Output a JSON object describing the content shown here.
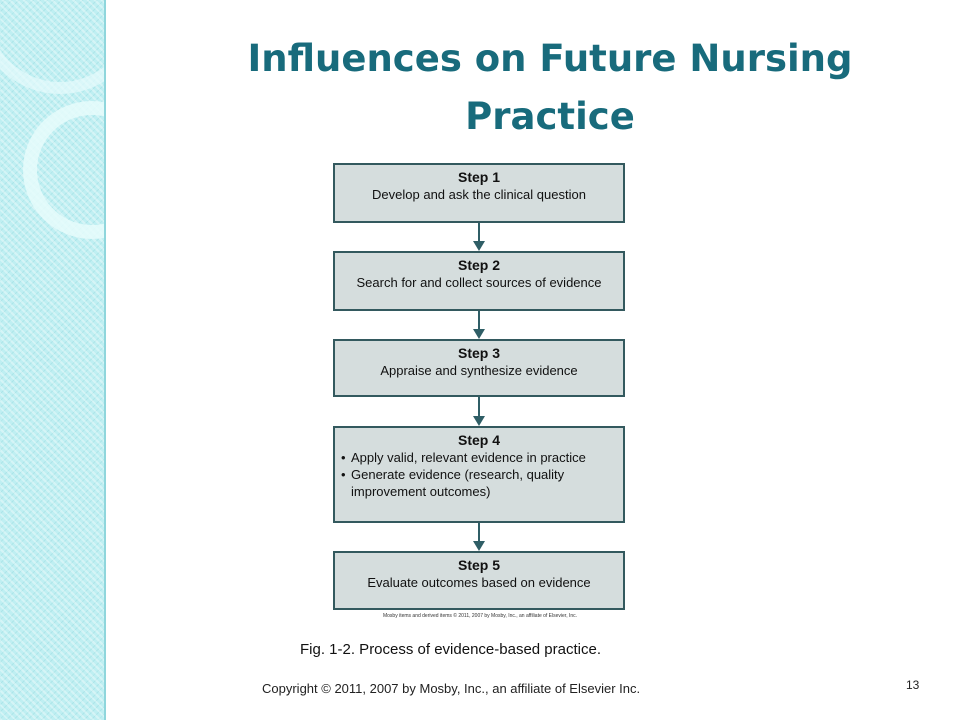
{
  "slide": {
    "title_line1": "Influences on Future Nursing",
    "title_line2": "Practice",
    "caption": "Fig. 1-2. Process of evidence-based practice.",
    "copyright": "Copyright © 2011, 2007 by Mosby, Inc., an affiliate of Elsevier Inc.",
    "page_number": "13"
  },
  "figure": {
    "credit": "Mosby items and derived items © 2011, 2007 by Mosby, Inc., an affiliate of Elsevier, Inc.",
    "steps": [
      {
        "title": "Step 1",
        "description": "Develop and ask the clinical question"
      },
      {
        "title": "Step 2",
        "description": "Search for and collect sources of evidence"
      },
      {
        "title": "Step 3",
        "description": "Appraise and synthesize evidence"
      },
      {
        "title": "Step 4",
        "bullets": [
          "Apply valid, relevant evidence in practice",
          "Generate evidence (research, quality improvement outcomes)"
        ]
      },
      {
        "title": "Step 5",
        "description": "Evaluate outcomes based on evidence"
      }
    ]
  },
  "colors": {
    "title": "#186b7c",
    "box_fill": "#d5dddd",
    "box_border": "#33595e",
    "sidebar": "#bfeff2"
  }
}
